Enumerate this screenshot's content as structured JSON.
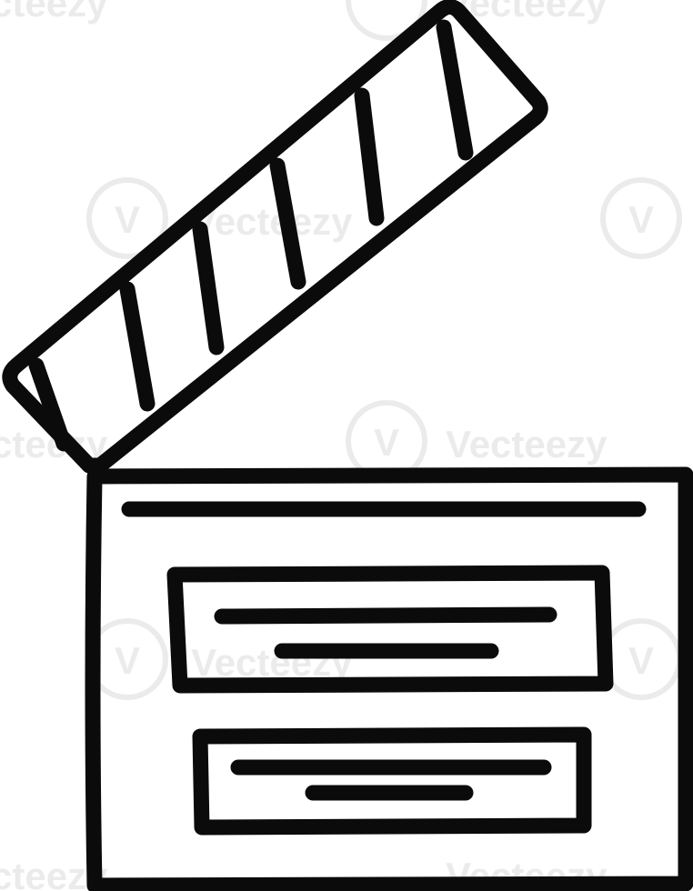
{
  "illustration": {
    "subject": "clapperboard-line-art",
    "colors": {
      "ink": "#0b0b0b",
      "background": "#ffffff",
      "watermark": "#e9e9e9"
    },
    "watermark": {
      "brand": "Vecteezy",
      "monogram": "V"
    }
  }
}
